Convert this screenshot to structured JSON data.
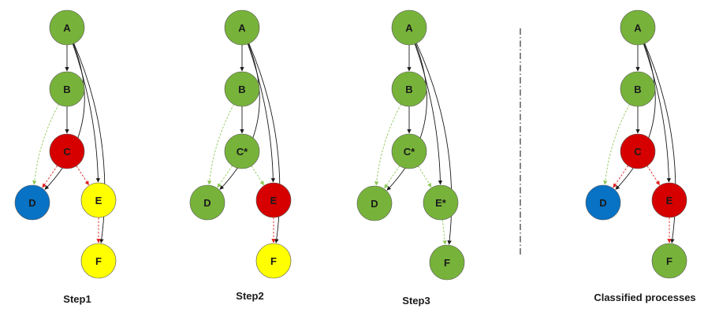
{
  "colors": {
    "green": "#77b33a",
    "red": "#d60000",
    "blue": "#0872c4",
    "yellow": "#ffff00",
    "edge_black": "#1a1a1a",
    "edge_green": "#8cc653",
    "edge_red": "#e01f1f",
    "divider": "#333333"
  },
  "panels": [
    {
      "label": "Step1",
      "nodes": [
        {
          "id": "A",
          "text": "A",
          "color": "green"
        },
        {
          "id": "B",
          "text": "B",
          "color": "green"
        },
        {
          "id": "C",
          "text": "C",
          "color": "red"
        },
        {
          "id": "D",
          "text": "D",
          "color": "blue"
        },
        {
          "id": "E",
          "text": "E",
          "color": "yellow"
        },
        {
          "id": "F",
          "text": "F",
          "color": "yellow"
        }
      ],
      "edges": [
        {
          "from": "A",
          "to": "B",
          "color": "edge_black",
          "dashed": false
        },
        {
          "from": "B",
          "to": "C",
          "color": "edge_black",
          "dashed": false
        },
        {
          "from": "A",
          "to": "D",
          "color": "edge_black",
          "dashed": false
        },
        {
          "from": "A",
          "to": "E",
          "color": "edge_black",
          "dashed": false
        },
        {
          "from": "A",
          "to": "F",
          "color": "edge_black",
          "dashed": false
        },
        {
          "from": "B",
          "to": "D",
          "color": "edge_green",
          "dashed": true
        },
        {
          "from": "C",
          "to": "D",
          "color": "edge_red",
          "dashed": true
        },
        {
          "from": "C",
          "to": "E",
          "color": "edge_red",
          "dashed": true
        },
        {
          "from": "E",
          "to": "F",
          "color": "edge_red",
          "dashed": true
        }
      ]
    },
    {
      "label": "Step2",
      "nodes": [
        {
          "id": "A",
          "text": "A",
          "color": "green"
        },
        {
          "id": "B",
          "text": "B",
          "color": "green"
        },
        {
          "id": "C",
          "text": "C*",
          "color": "green"
        },
        {
          "id": "D",
          "text": "D",
          "color": "green"
        },
        {
          "id": "E",
          "text": "E",
          "color": "red"
        },
        {
          "id": "F",
          "text": "F",
          "color": "yellow"
        }
      ],
      "edges": [
        {
          "from": "A",
          "to": "B",
          "color": "edge_black",
          "dashed": false
        },
        {
          "from": "B",
          "to": "C",
          "color": "edge_black",
          "dashed": false
        },
        {
          "from": "A",
          "to": "D",
          "color": "edge_black",
          "dashed": false
        },
        {
          "from": "A",
          "to": "E",
          "color": "edge_black",
          "dashed": false
        },
        {
          "from": "A",
          "to": "F",
          "color": "edge_black",
          "dashed": false
        },
        {
          "from": "B",
          "to": "D",
          "color": "edge_green",
          "dashed": true
        },
        {
          "from": "C",
          "to": "D",
          "color": "edge_green",
          "dashed": true
        },
        {
          "from": "C",
          "to": "E",
          "color": "edge_green",
          "dashed": true
        },
        {
          "from": "E",
          "to": "F",
          "color": "edge_red",
          "dashed": true
        }
      ]
    },
    {
      "label": "Step3",
      "nodes": [
        {
          "id": "A",
          "text": "A",
          "color": "green"
        },
        {
          "id": "B",
          "text": "B",
          "color": "green"
        },
        {
          "id": "C",
          "text": "C*",
          "color": "green"
        },
        {
          "id": "D",
          "text": "D",
          "color": "green"
        },
        {
          "id": "E",
          "text": "E*",
          "color": "green"
        },
        {
          "id": "F",
          "text": "F",
          "color": "green"
        }
      ],
      "edges": [
        {
          "from": "A",
          "to": "B",
          "color": "edge_black",
          "dashed": false
        },
        {
          "from": "B",
          "to": "C",
          "color": "edge_black",
          "dashed": false
        },
        {
          "from": "A",
          "to": "D",
          "color": "edge_black",
          "dashed": false
        },
        {
          "from": "A",
          "to": "E",
          "color": "edge_black",
          "dashed": false
        },
        {
          "from": "A",
          "to": "F",
          "color": "edge_black",
          "dashed": false
        },
        {
          "from": "B",
          "to": "D",
          "color": "edge_green",
          "dashed": true
        },
        {
          "from": "C",
          "to": "D",
          "color": "edge_green",
          "dashed": true
        },
        {
          "from": "C",
          "to": "E",
          "color": "edge_green",
          "dashed": true
        },
        {
          "from": "E",
          "to": "F",
          "color": "edge_green",
          "dashed": true
        }
      ]
    },
    {
      "label": "Classified processes",
      "nodes": [
        {
          "id": "A",
          "text": "A",
          "color": "green"
        },
        {
          "id": "B",
          "text": "B",
          "color": "green"
        },
        {
          "id": "C",
          "text": "C",
          "color": "red"
        },
        {
          "id": "D",
          "text": "D",
          "color": "blue"
        },
        {
          "id": "E",
          "text": "E",
          "color": "red"
        },
        {
          "id": "F",
          "text": "F",
          "color": "green"
        }
      ],
      "edges": [
        {
          "from": "A",
          "to": "B",
          "color": "edge_black",
          "dashed": false
        },
        {
          "from": "B",
          "to": "C",
          "color": "edge_black",
          "dashed": false
        },
        {
          "from": "A",
          "to": "D",
          "color": "edge_black",
          "dashed": false
        },
        {
          "from": "A",
          "to": "E",
          "color": "edge_black",
          "dashed": false
        },
        {
          "from": "A",
          "to": "F",
          "color": "edge_black",
          "dashed": false
        },
        {
          "from": "B",
          "to": "D",
          "color": "edge_green",
          "dashed": true
        },
        {
          "from": "C",
          "to": "D",
          "color": "edge_red",
          "dashed": true
        },
        {
          "from": "C",
          "to": "E",
          "color": "edge_red",
          "dashed": true
        },
        {
          "from": "E",
          "to": "F",
          "color": "edge_red",
          "dashed": true
        }
      ]
    }
  ]
}
